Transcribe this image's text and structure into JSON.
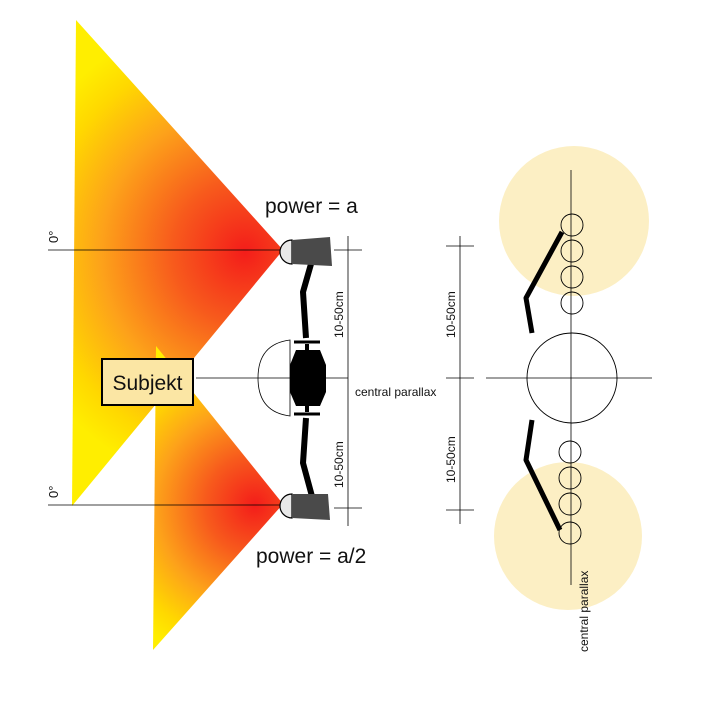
{
  "labels": {
    "power_top": "power = a",
    "power_bottom": "power = a/2",
    "subject": "Subjekt",
    "angle_top": "0°",
    "angle_bottom": "0°",
    "distance_left_upper": "10-50cm",
    "distance_left_lower": "10-50cm",
    "parallax_left": "central parallax",
    "distance_right_upper": "10-50cm",
    "distance_right_lower": "10-50cm",
    "parallax_right": "central parallax"
  },
  "colors": {
    "light_outer": "#ffe800",
    "light_mid": "#ff9a1a",
    "light_core": "#f41d1a",
    "lamp_body": "#4a4a4a",
    "subject_fill": "#fbe6a4",
    "halo": "#fcefc4",
    "rig": "#000000"
  }
}
